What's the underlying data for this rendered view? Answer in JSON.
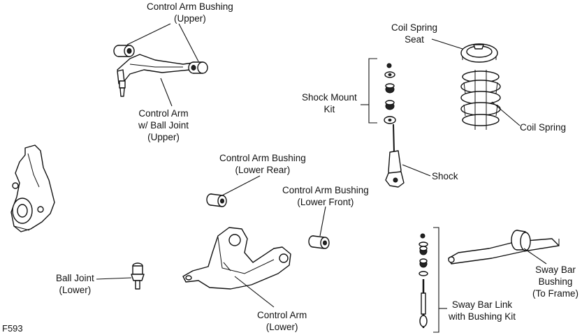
{
  "labels": {
    "upper_bushing": [
      "Control Arm Bushing",
      "(Upper)"
    ],
    "upper_arm": [
      "Control Arm",
      "w/ Ball Joint",
      "(Upper)"
    ],
    "lower_rear_bushing": [
      "Control Arm Bushing",
      "(Lower Rear)"
    ],
    "lower_front_bushing": [
      "Control Arm Bushing",
      "(Lower Front)"
    ],
    "shock_mount": [
      "Shock Mount",
      "Kit"
    ],
    "spring_seat": [
      "Coil Spring",
      "Seat"
    ],
    "coil_spring": [
      "Coil Spring"
    ],
    "shock": [
      "Shock"
    ],
    "ball_joint": [
      "Ball Joint",
      "(Lower)"
    ],
    "lower_arm": [
      "Control Arm",
      "(Lower)"
    ],
    "sway_link": [
      "Sway Bar Link",
      "with Bushing Kit"
    ],
    "sway_bushing": [
      "Sway Bar",
      "Bushing",
      "(To Frame)"
    ]
  },
  "figure_id": "F593"
}
